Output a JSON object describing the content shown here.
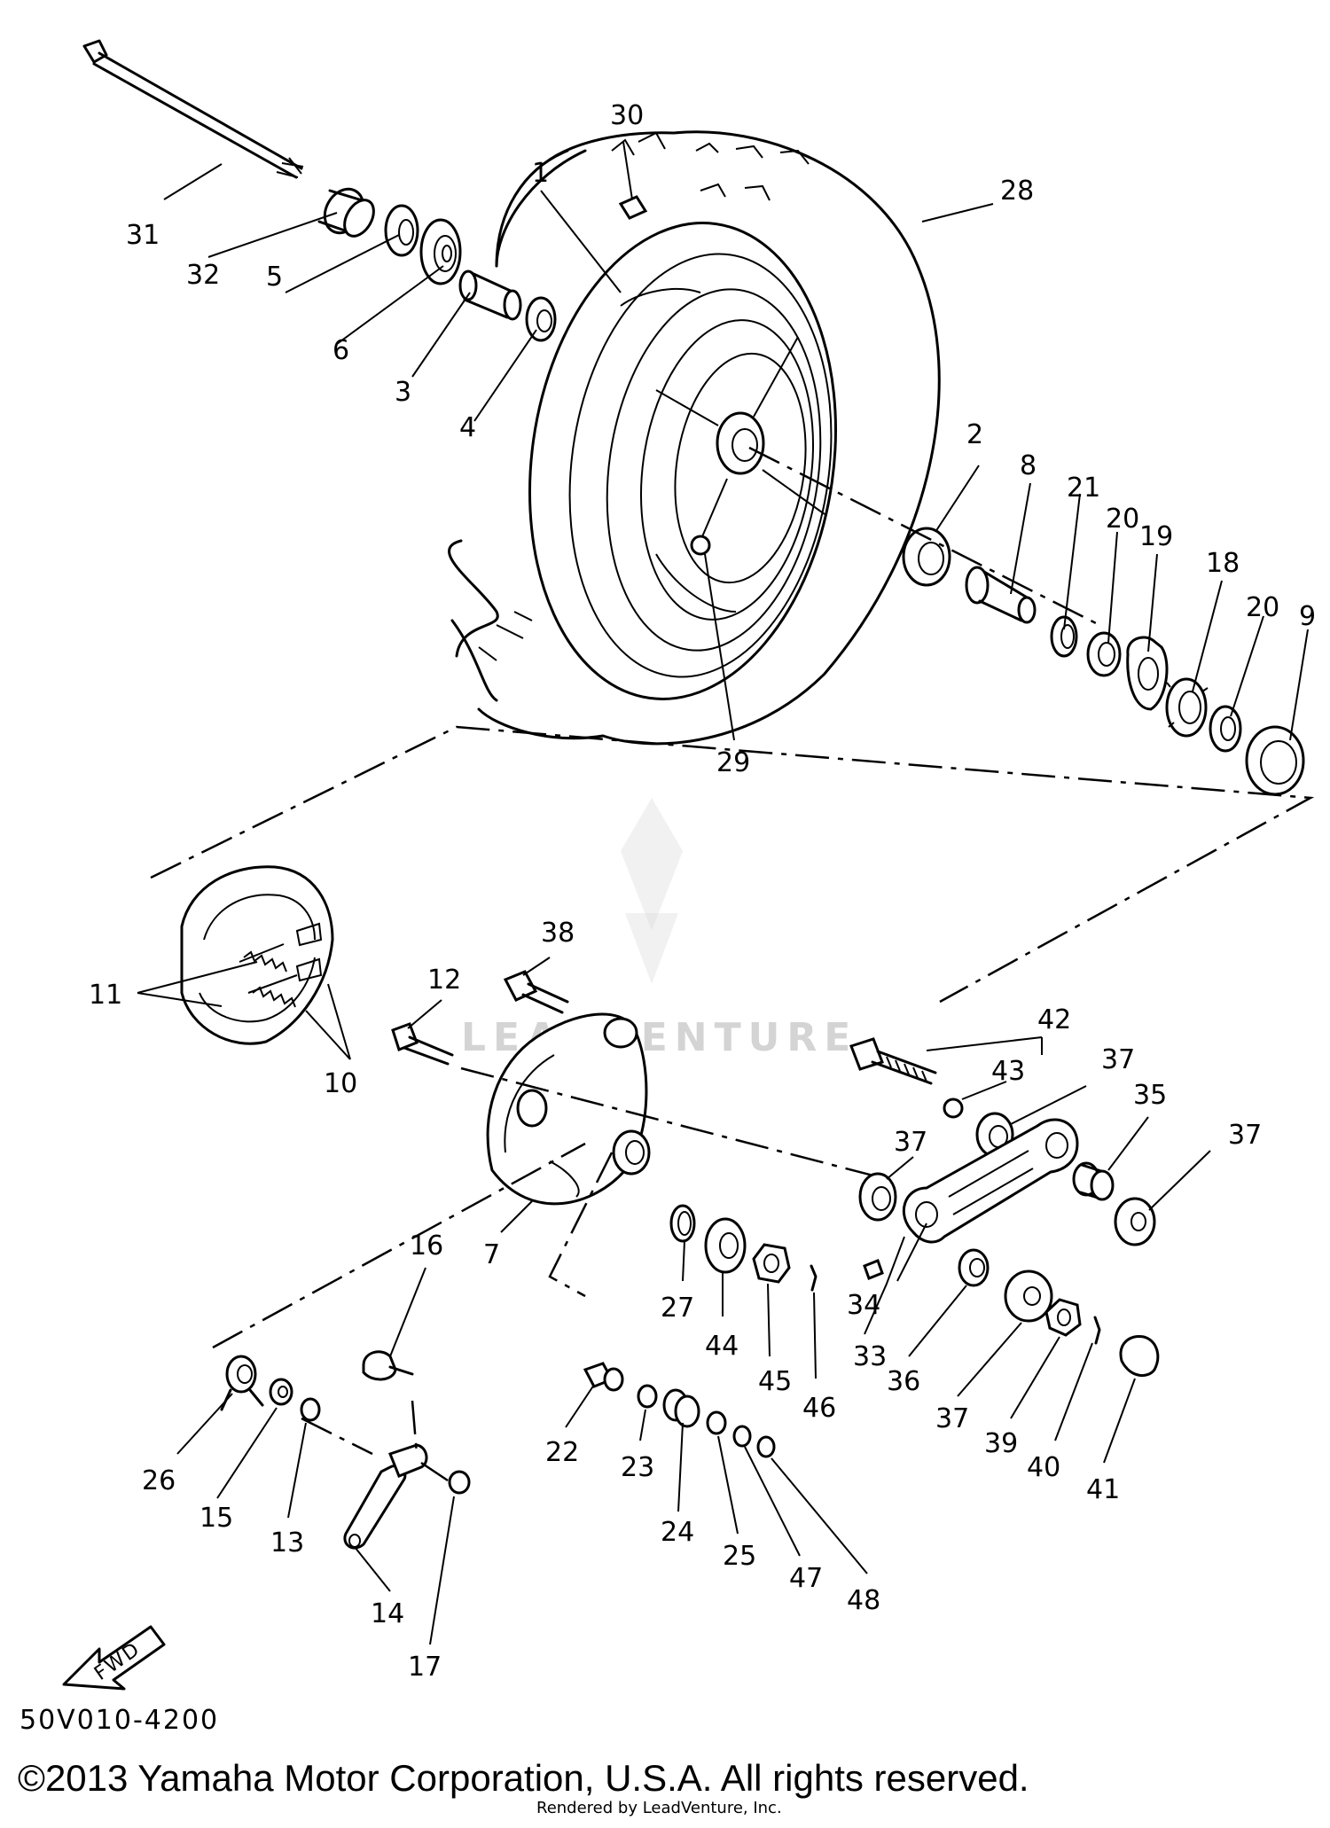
{
  "diagram_code": "50V010-4200",
  "copyright": "©2013 Yamaha Motor Corporation, U.S.A. All rights reserved.",
  "rendered_by": "Rendered by LeadVenture, Inc.",
  "watermark": {
    "text": "LEADVENTURE"
  },
  "fwd_label": "FWD",
  "callouts": [
    {
      "id": "c1",
      "label": "1"
    },
    {
      "id": "c2",
      "label": "2"
    },
    {
      "id": "c3",
      "label": "3"
    },
    {
      "id": "c4",
      "label": "4"
    },
    {
      "id": "c5",
      "label": "5"
    },
    {
      "id": "c6",
      "label": "6"
    },
    {
      "id": "c7",
      "label": "7"
    },
    {
      "id": "c8",
      "label": "8"
    },
    {
      "id": "c9",
      "label": "9"
    },
    {
      "id": "c10",
      "label": "10"
    },
    {
      "id": "c11",
      "label": "11"
    },
    {
      "id": "c12",
      "label": "12"
    },
    {
      "id": "c13",
      "label": "13"
    },
    {
      "id": "c14",
      "label": "14"
    },
    {
      "id": "c15",
      "label": "15"
    },
    {
      "id": "c16",
      "label": "16"
    },
    {
      "id": "c17",
      "label": "17"
    },
    {
      "id": "c18",
      "label": "18"
    },
    {
      "id": "c19",
      "label": "19"
    },
    {
      "id": "c20a",
      "label": "20"
    },
    {
      "id": "c20b",
      "label": "20"
    },
    {
      "id": "c21",
      "label": "21"
    },
    {
      "id": "c22",
      "label": "22"
    },
    {
      "id": "c23",
      "label": "23"
    },
    {
      "id": "c24",
      "label": "24"
    },
    {
      "id": "c25",
      "label": "25"
    },
    {
      "id": "c26",
      "label": "26"
    },
    {
      "id": "c27",
      "label": "27"
    },
    {
      "id": "c28",
      "label": "28"
    },
    {
      "id": "c29",
      "label": "29"
    },
    {
      "id": "c30",
      "label": "30"
    },
    {
      "id": "c31",
      "label": "31"
    },
    {
      "id": "c32",
      "label": "32"
    },
    {
      "id": "c33",
      "label": "33"
    },
    {
      "id": "c34",
      "label": "34"
    },
    {
      "id": "c35",
      "label": "35"
    },
    {
      "id": "c36",
      "label": "36"
    },
    {
      "id": "c37a",
      "label": "37"
    },
    {
      "id": "c37b",
      "label": "37"
    },
    {
      "id": "c37c",
      "label": "37"
    },
    {
      "id": "c37d",
      "label": "37"
    },
    {
      "id": "c38",
      "label": "38"
    },
    {
      "id": "c39",
      "label": "39"
    },
    {
      "id": "c40",
      "label": "40"
    },
    {
      "id": "c41",
      "label": "41"
    },
    {
      "id": "c42",
      "label": "42"
    },
    {
      "id": "c43",
      "label": "43"
    },
    {
      "id": "c44",
      "label": "44"
    },
    {
      "id": "c45",
      "label": "45"
    },
    {
      "id": "c46",
      "label": "46"
    },
    {
      "id": "c47",
      "label": "47"
    },
    {
      "id": "c48",
      "label": "48"
    }
  ]
}
